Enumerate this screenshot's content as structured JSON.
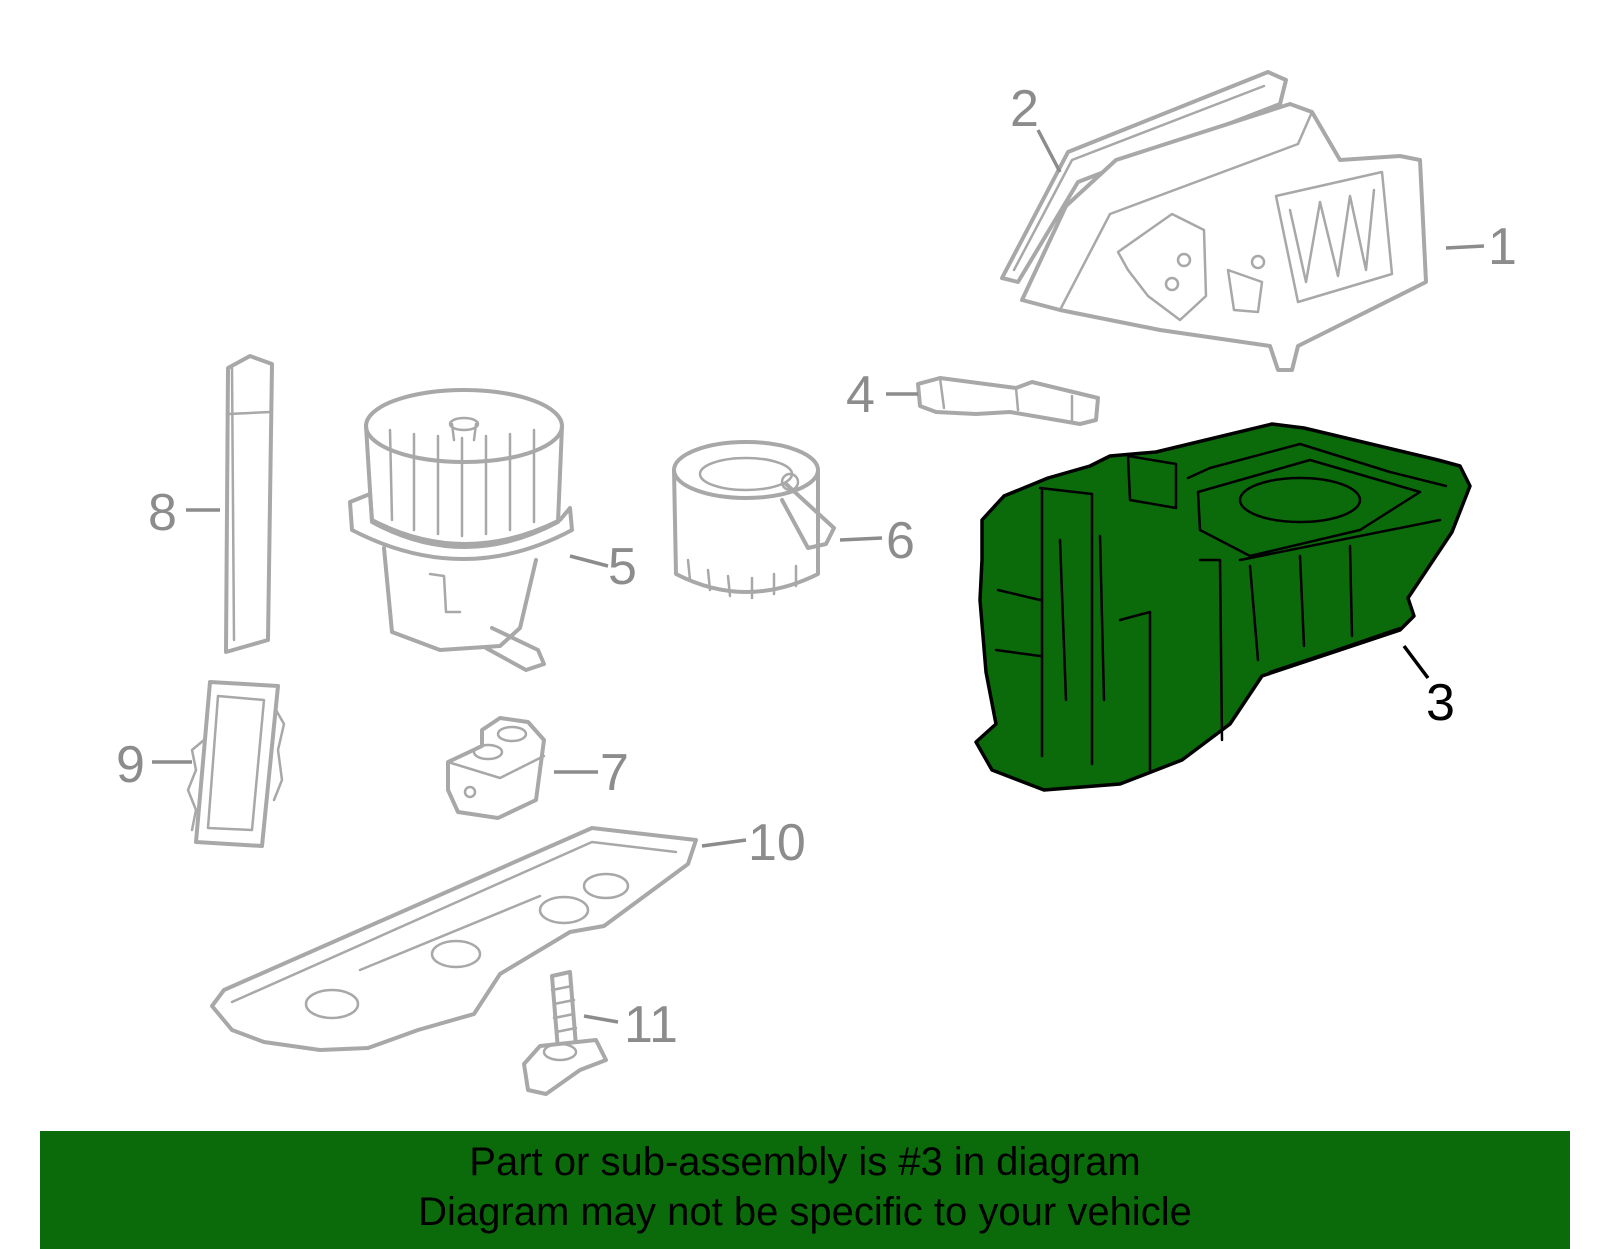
{
  "callouts": {
    "c1": "1",
    "c2": "2",
    "c3": "3",
    "c4": "4",
    "c5": "5",
    "c6": "6",
    "c7": "7",
    "c8": "8",
    "c9": "9",
    "c10": "10",
    "c11": "11"
  },
  "banner": {
    "line1": "Part or sub-assembly is #3 in diagram",
    "line2": "Diagram may not be specific to your vehicle"
  },
  "colors": {
    "highlight": "#0b6b0b",
    "other_parts": "#a8a8a8",
    "banner_bg": "#0b6b0b"
  }
}
